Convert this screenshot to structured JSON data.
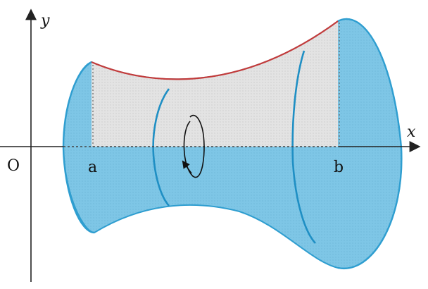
{
  "labels": {
    "y_axis": "y",
    "x_axis": "x",
    "origin": "O",
    "left_bound": "a",
    "right_bound": "b"
  },
  "colors": {
    "surface_fill": "#7ec6e6",
    "surface_outline": "#2f9ed0",
    "region_fill": "#e3e3e3",
    "generating_curve": "#c23b3b",
    "axis": "#222222"
  },
  "icons": {
    "rotation_marker": "counterclockwise-rotation-arrow"
  }
}
